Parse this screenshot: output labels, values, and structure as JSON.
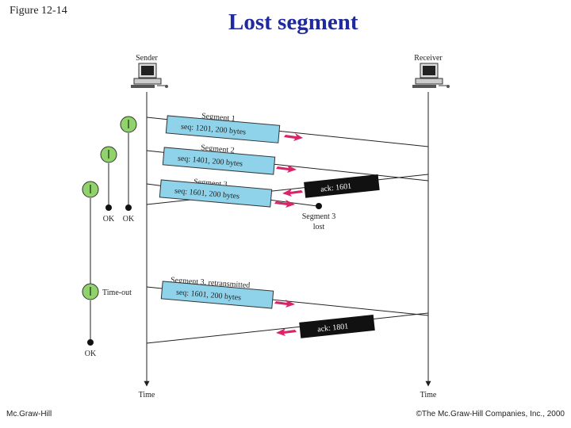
{
  "figure_label": "Figure 12-14",
  "title": "Lost segment",
  "footer": {
    "publisher": "Mc.Graw-Hill",
    "copyright": "©The Mc.Graw-Hill Companies, Inc., 2000"
  },
  "hosts": {
    "sender": "Sender",
    "receiver": "Receiver"
  },
  "time_label": "Time",
  "segments": [
    {
      "name": "Segment 1",
      "info": "seq: 1201, 200 bytes"
    },
    {
      "name": "Segment 2",
      "info": "seq: 1401, 200 bytes"
    },
    {
      "name": "Segment 3",
      "info": "seq: 1601, 200 bytes"
    },
    {
      "name": "Segment 3, retransmitted",
      "info": "seq: 1601, 200 bytes"
    }
  ],
  "acks": [
    "ack: 1601",
    "ack: 1801"
  ],
  "lost": {
    "line1": "Segment 3",
    "line2": "lost"
  },
  "timer_labels": {
    "ok": "OK",
    "timeout": "Time-out"
  },
  "colors": {
    "segment_box": "#8fd3ea",
    "ack_box": "#111111",
    "arrow": "#d9246a",
    "timer": "#8fd36a",
    "title": "#1f2aa0"
  }
}
